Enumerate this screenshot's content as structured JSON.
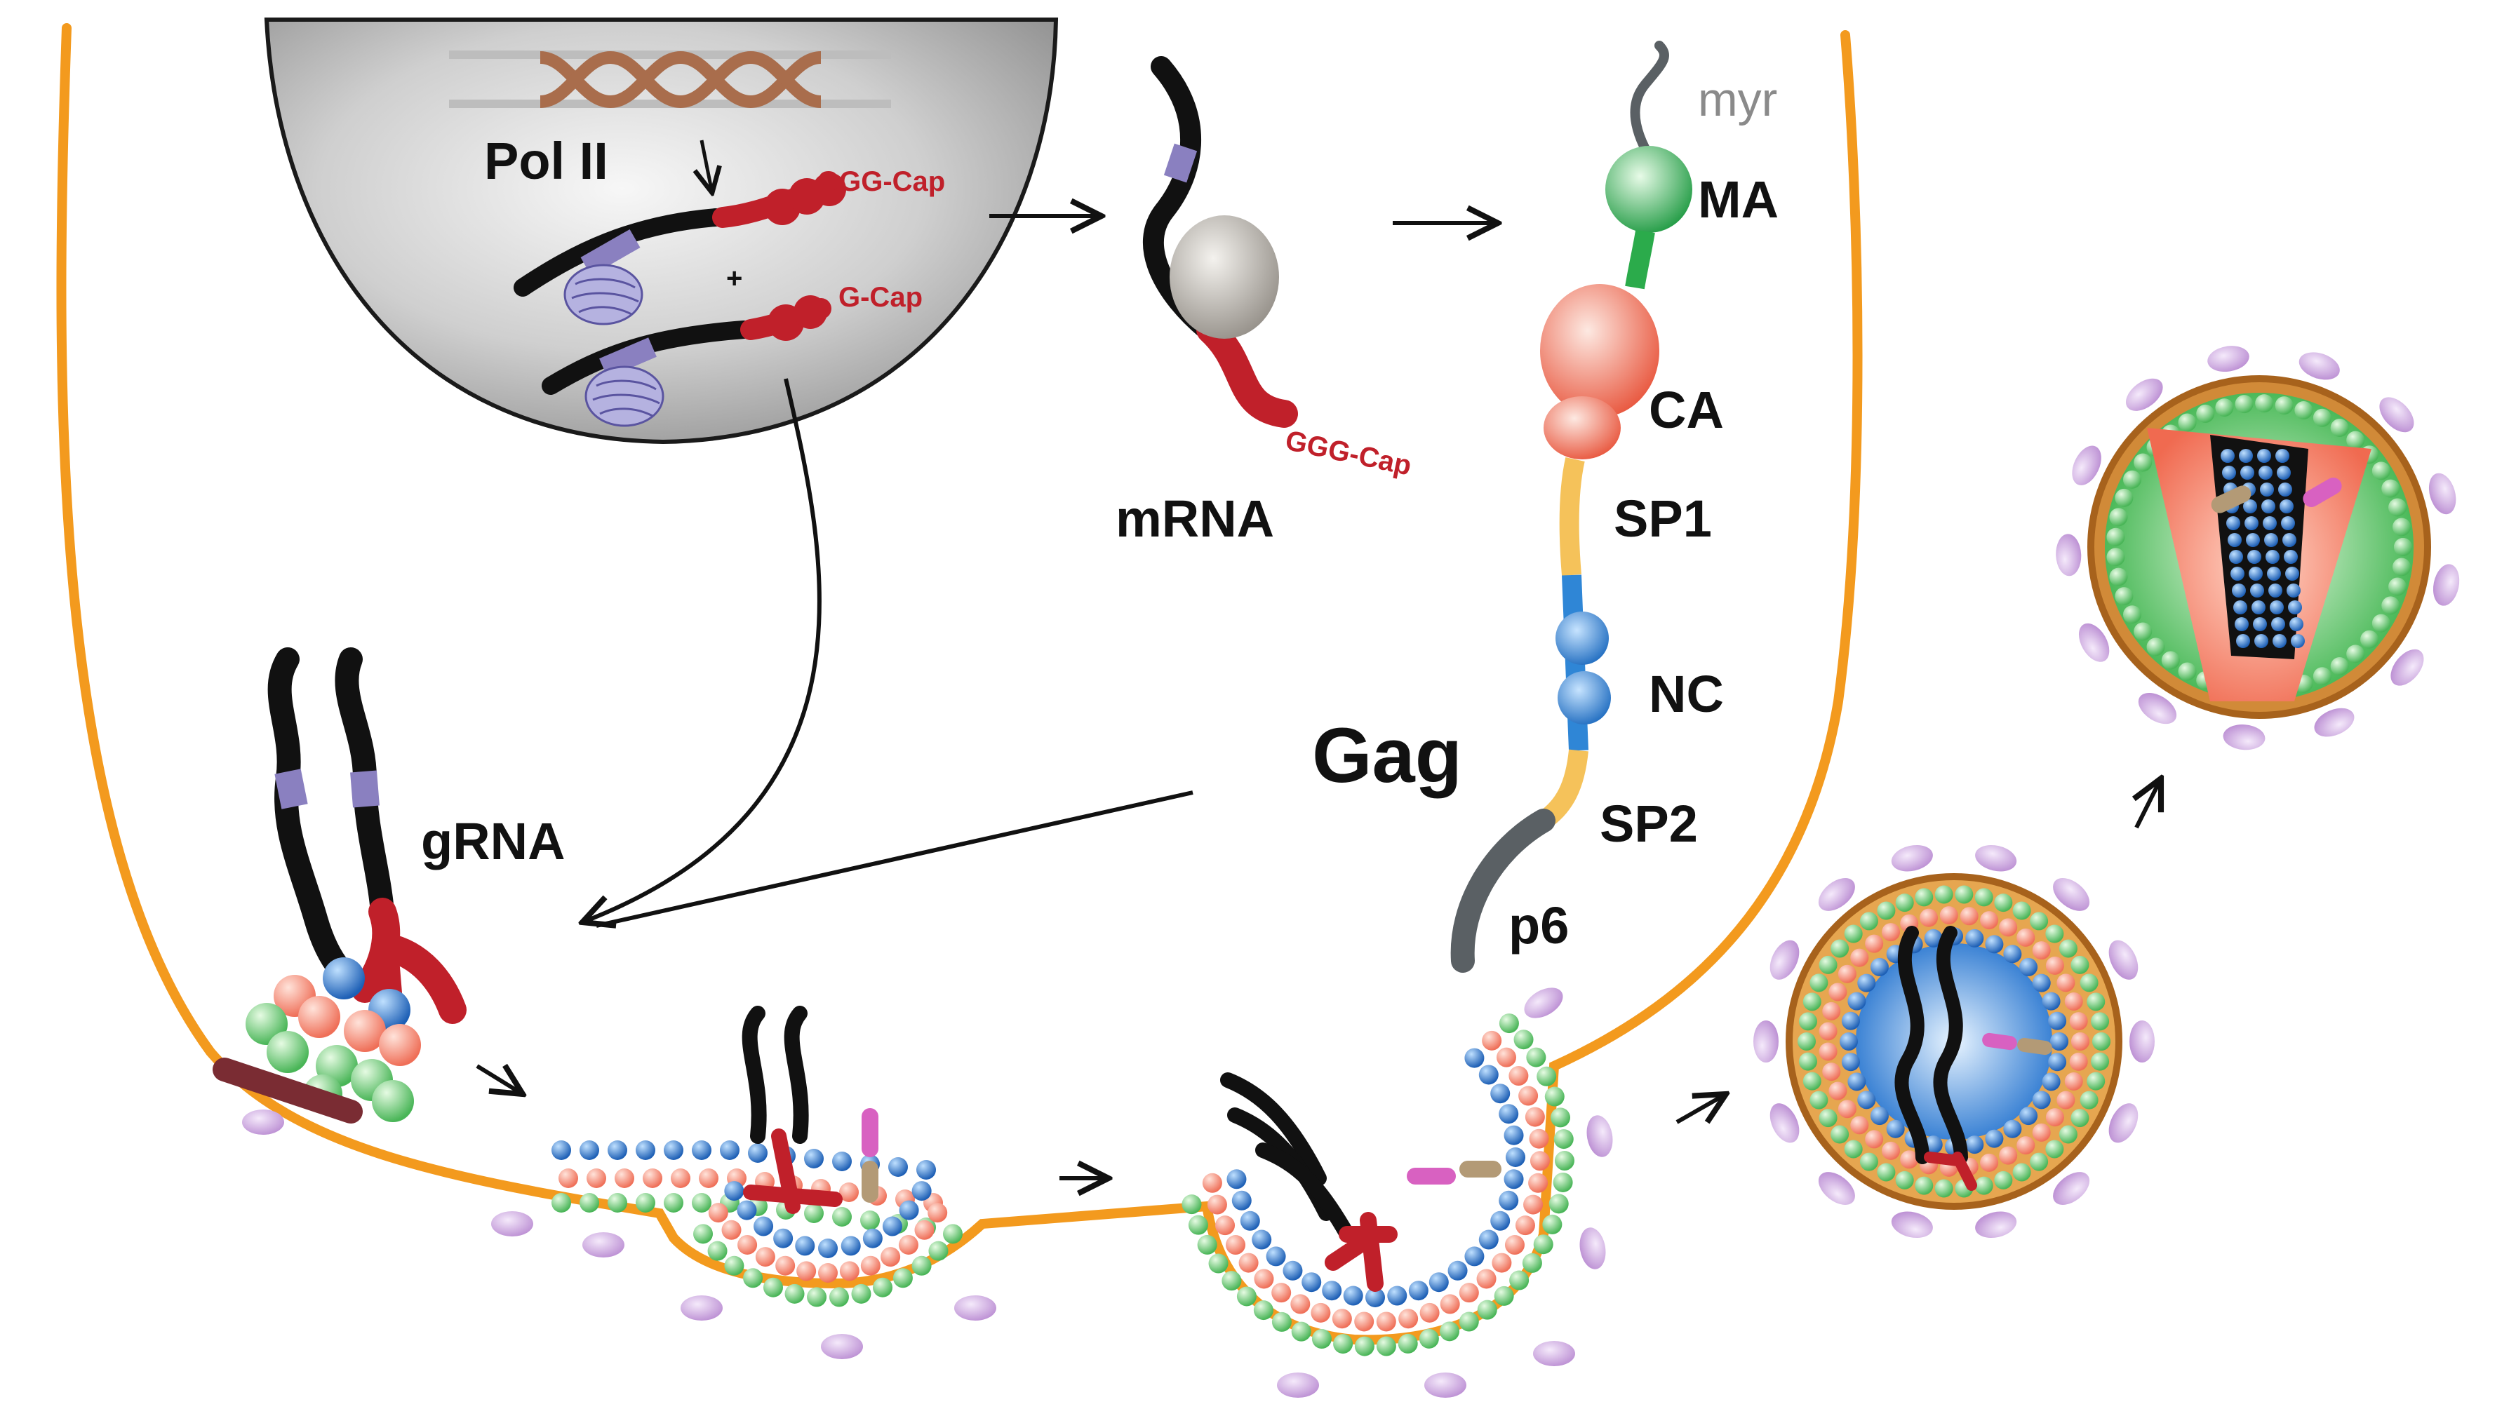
{
  "labels": {
    "pol2": "Pol II",
    "plus": "+",
    "gggcap_nuc": "GGG-Cap",
    "gcap_nuc": "G-Cap",
    "gggcap_mrna": "GGG-Cap",
    "mrna": "mRNA",
    "myr": "myr",
    "ma": "MA",
    "ca": "CA",
    "sp1": "SP1",
    "nc": "NC",
    "gag": "Gag",
    "sp2": "SP2",
    "p6": "p6",
    "grna": "gRNA"
  },
  "colors": {
    "membrane": "#f39a1e",
    "nucleus": "#c8c8c8",
    "rna": "#111111",
    "cap": "#c0202a",
    "lavender": "#8a80c0",
    "ma": "#2bab4b",
    "ca": "#f07a62",
    "sp": "#f5c25a",
    "nc": "#2f86d6",
    "p6": "#5a6064",
    "envelope_protein": "#d3b3e3",
    "dna": "#a96d4c"
  }
}
